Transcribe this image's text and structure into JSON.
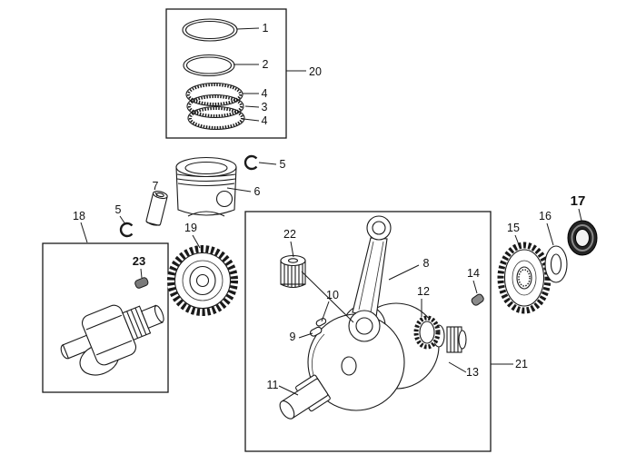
{
  "figure": {
    "type": "exploded-parts-diagram",
    "background": "#ffffff",
    "line_color": "#1a1a1a"
  },
  "callouts": [
    {
      "label": "1"
    },
    {
      "label": "2"
    },
    {
      "label": "4"
    },
    {
      "label": "3"
    },
    {
      "label": "4"
    },
    {
      "label": "20"
    },
    {
      "label": "5"
    },
    {
      "label": "6"
    },
    {
      "label": "7"
    },
    {
      "label": "5"
    },
    {
      "label": "18"
    },
    {
      "label": "23"
    },
    {
      "label": "19"
    },
    {
      "label": "22"
    },
    {
      "label": "8"
    },
    {
      "label": "16"
    },
    {
      "label": "15"
    },
    {
      "label": "17"
    },
    {
      "label": "14"
    },
    {
      "label": "10"
    },
    {
      "label": "12"
    },
    {
      "label": "9"
    },
    {
      "label": "13"
    },
    {
      "label": "11"
    },
    {
      "label": "21"
    }
  ]
}
